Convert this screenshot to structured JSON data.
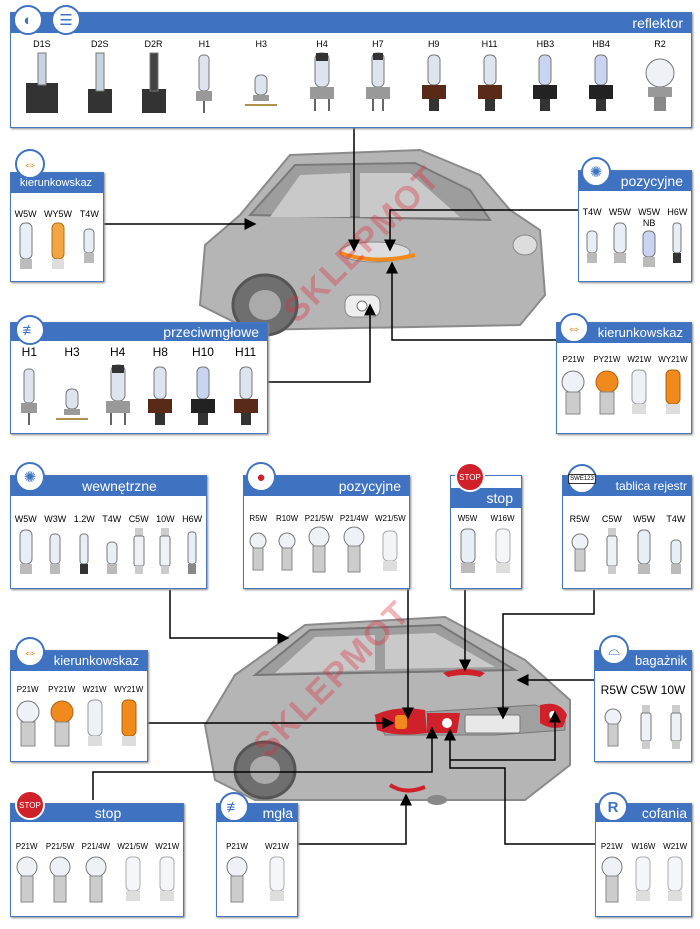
{
  "watermark": "SKLEPMOT",
  "panels": {
    "reflektor": {
      "title": "reflektor",
      "icon": "headlight-beam-icon",
      "bulbs": [
        "D1S",
        "D2S",
        "D2R",
        "H1",
        "H3",
        "H4",
        "H7",
        "H9",
        "H11",
        "HB3",
        "HB4",
        "R2"
      ]
    },
    "kierunkowskaz_front_left": {
      "title": "kierunkowskaz",
      "icon": "turn-signal-icon",
      "bulbs": [
        "W5W",
        "WY5W",
        "T4W"
      ]
    },
    "pozycyjne_front": {
      "title": "pozycyjne",
      "icon": "position-light-icon",
      "bulbs": [
        "T4W",
        "W5W",
        "W5W NB",
        "H6W"
      ]
    },
    "przeciwmglowe": {
      "title": "przeciwmgłowe",
      "icon": "fog-light-icon",
      "bulbs": [
        "H1",
        "H3",
        "H4",
        "H8",
        "H10",
        "H11"
      ]
    },
    "kierunkowskaz_front_right": {
      "title": "kierunkowskaz",
      "icon": "turn-signal-front-icon",
      "bulbs": [
        "P21W",
        "PY21W",
        "W21W",
        "WY21W"
      ]
    },
    "wewnetrzne": {
      "title": "wewnętrzne",
      "icon": "interior-light-icon",
      "bulbs": [
        "W5W",
        "W3W",
        "1.2W",
        "T4W",
        "C5W",
        "10W",
        "H6W"
      ]
    },
    "pozycyjne_rear": {
      "title": "pozycyjne",
      "icon": "rear-position-icon",
      "bulbs": [
        "R5W",
        "R10W",
        "P21/5W",
        "P21/4W",
        "W21/5W"
      ]
    },
    "stop_top": {
      "title": "stop",
      "icon": "stop-sign-icon",
      "icon_text": "STOP",
      "bulbs": [
        "W5W",
        "W16W"
      ]
    },
    "tablica": {
      "title": "tablica rejestr",
      "icon": "license-plate-icon",
      "icon_text": "SWE123",
      "bulbs": [
        "R5W",
        "C5W",
        "W5W",
        "T4W"
      ]
    },
    "kierunkowskaz_rear": {
      "title": "kierunkowskaz",
      "icon": "turn-signal-rear-icon",
      "bulbs": [
        "P21W",
        "PY21W",
        "W21W",
        "WY21W"
      ]
    },
    "bagaznik": {
      "title": "bagażnik",
      "icon": "trunk-light-icon",
      "bulbs_text": "R5W C5W 10W"
    },
    "stop_bottom": {
      "title": "stop",
      "icon": "stop-sign-icon",
      "icon_text": "STOP",
      "bulbs": [
        "P21W",
        "P21/5W",
        "P21/4W",
        "W21/5W",
        "W21W"
      ]
    },
    "mgla": {
      "title": "mgła",
      "icon": "rear-fog-icon",
      "bulbs": [
        "P21W",
        "W21W"
      ]
    },
    "cofania": {
      "title": "cofania",
      "icon": "reverse-light-icon",
      "icon_text": "R",
      "bulbs": [
        "P21W",
        "W16W",
        "W21W"
      ]
    }
  }
}
